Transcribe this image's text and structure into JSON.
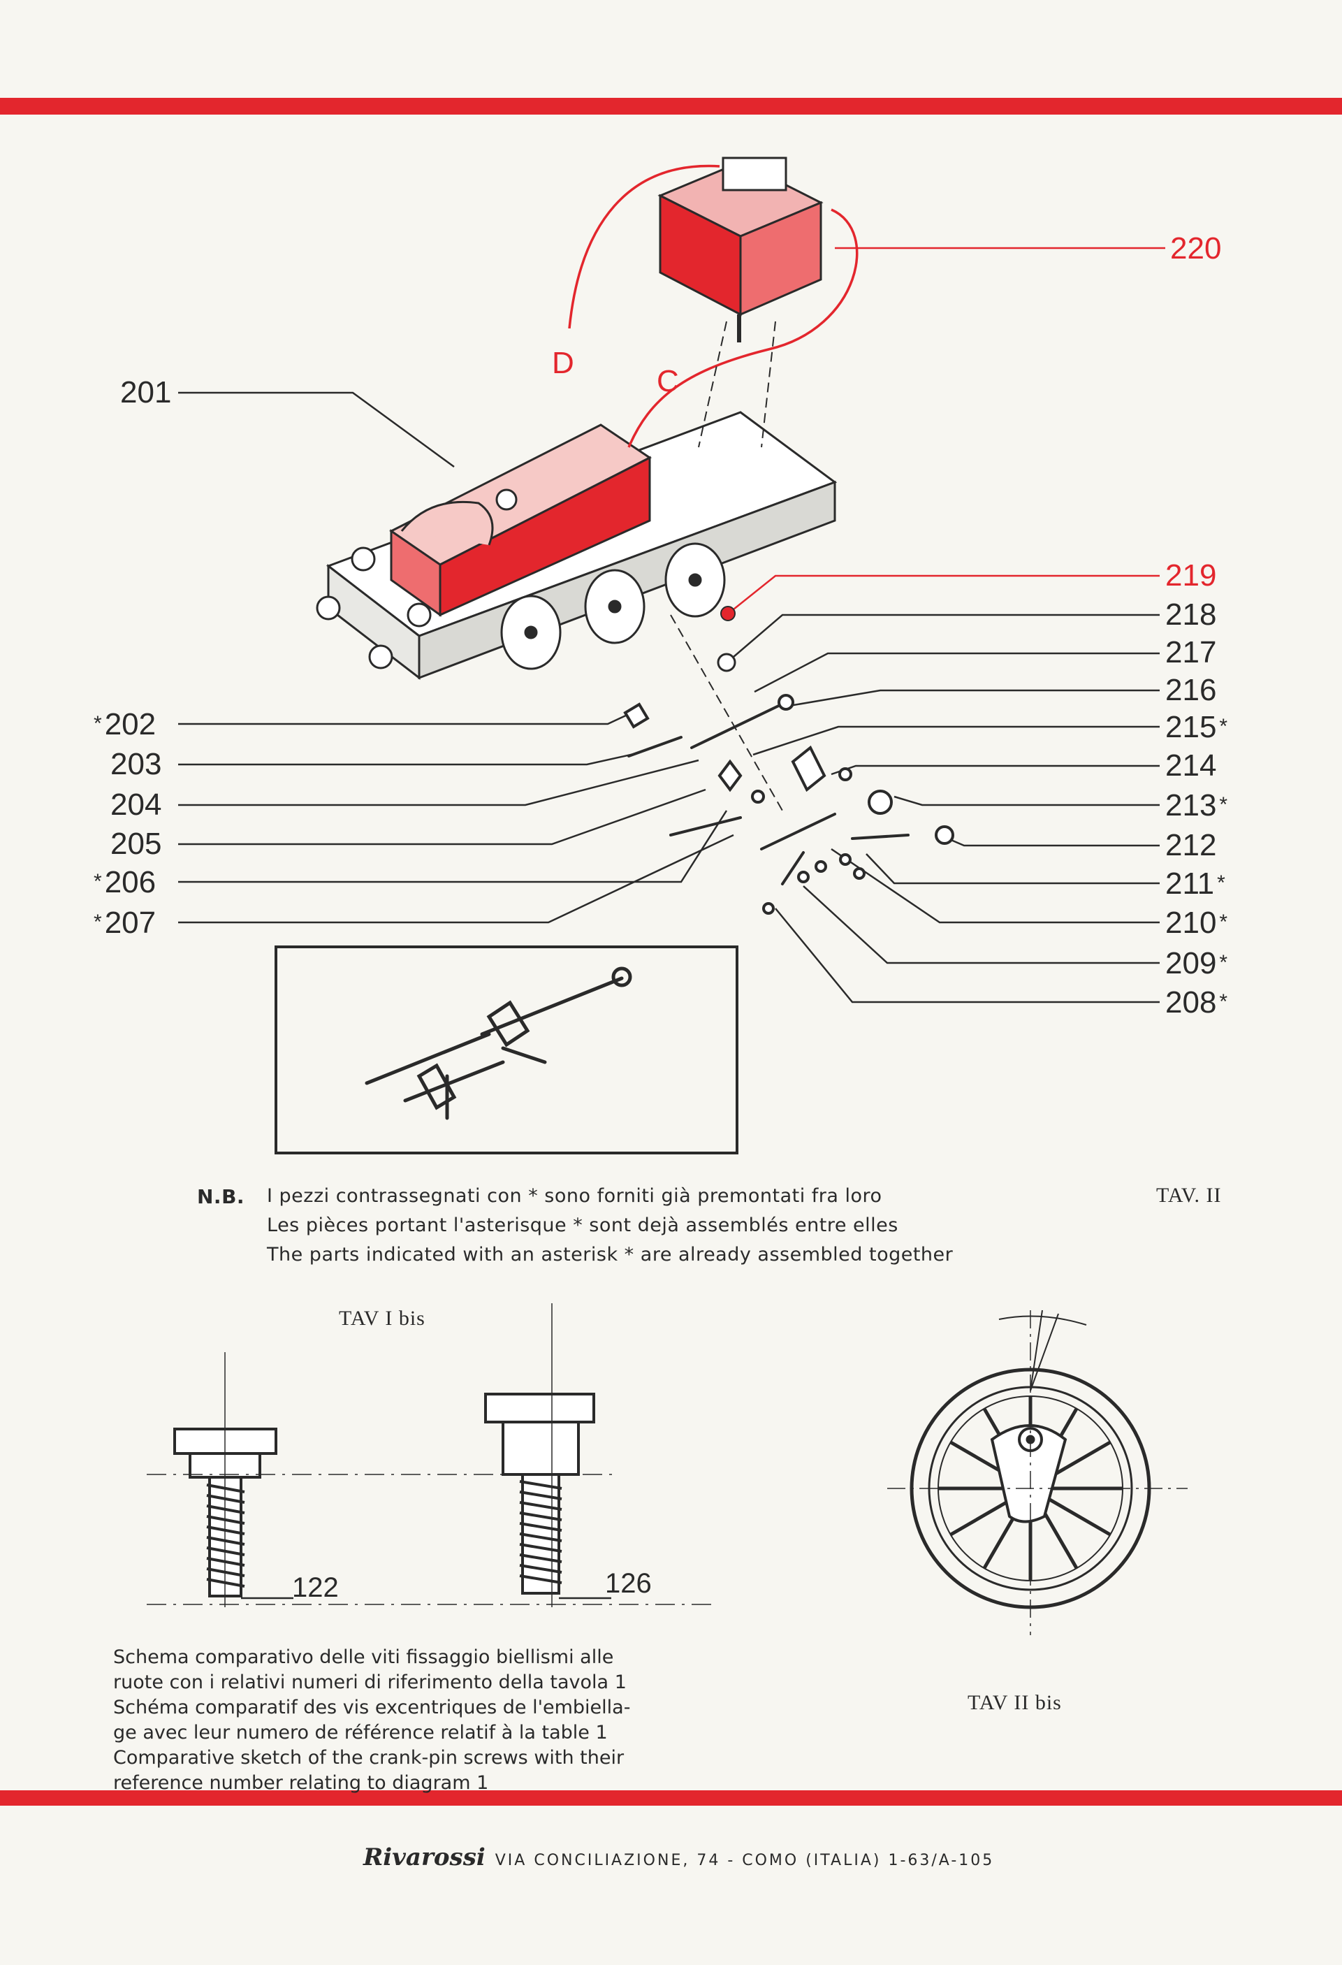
{
  "colors": {
    "accent_red": "#e3262d",
    "ink": "#2a2a2a",
    "paper": "#f7f6f1"
  },
  "callouts": {
    "p220": "220",
    "p201": "201",
    "p219": "219",
    "p218": "218",
    "p217": "217",
    "p216": "216",
    "p215": "215",
    "p214": "214",
    "p213": "213",
    "p212": "212",
    "p211": "211",
    "p210": "210",
    "p209": "209",
    "p208": "208",
    "p202": "202",
    "p203": "203",
    "p204": "204",
    "p205": "205",
    "p206": "206",
    "p207": "207",
    "wire_d": "D",
    "wire_c": "C",
    "asterisk": "*"
  },
  "note": {
    "prefix": "N.B.",
    "line_it": "I pezzi contrassegnati con * sono forniti già premontati fra loro",
    "line_fr": "Les pièces portant l'asterisque * sont dejà assemblés entre elles",
    "line_en": "The parts indicated with an asterisk * are already assembled together",
    "tav": "TAV. II"
  },
  "screws": {
    "title": "TAV I bis",
    "label_a": "122",
    "label_b": "126"
  },
  "caption": {
    "l1": "Schema comparativo delle viti fissaggio biellismi alle",
    "l2": "ruote con i relativi numeri di riferimento della tavola 1",
    "l3": "Schéma comparatif des vis excentriques de l'embiella-",
    "l4": "ge avec leur numero de référence relatif à la table 1",
    "l5": "Comparative sketch of the crank-pin screws with their",
    "l6": "reference number relating to diagram 1"
  },
  "wheel": {
    "title": "TAV II bis"
  },
  "footer": {
    "brand": "Rivarossi",
    "address": "VIA CONCILIAZIONE, 74 - COMO (ITALIA) 1-63/A-105"
  }
}
